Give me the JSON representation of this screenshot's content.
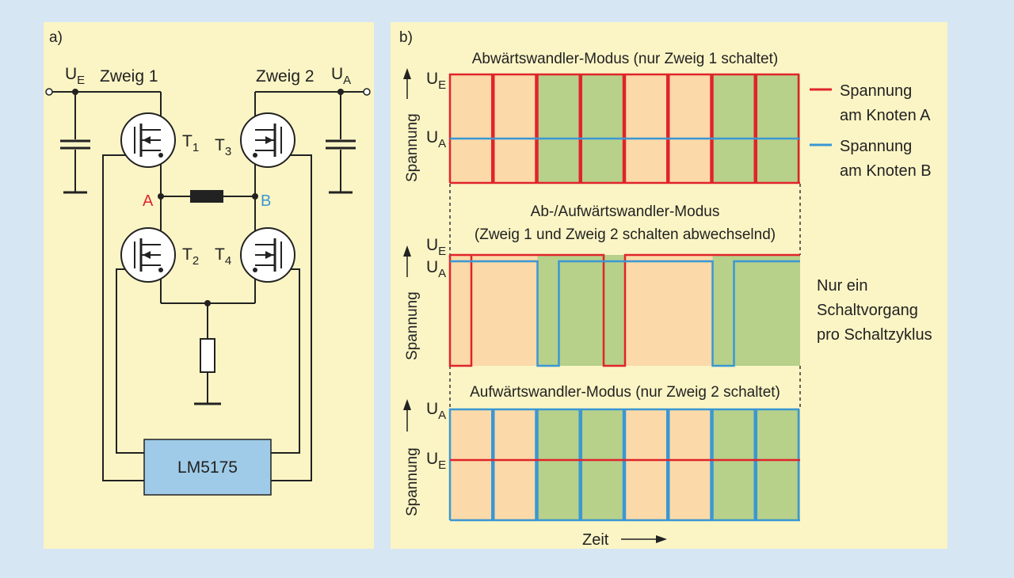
{
  "colors": {
    "background": "#d7e6f3",
    "panel": "#fbf5c5",
    "orange": "#fbd9a8",
    "green": "#b7d08a",
    "red": "#e0242b",
    "blue": "#3a97d3",
    "controller": "#9fcbe8"
  },
  "panel_a": {
    "label": "a)",
    "input_voltage": "U",
    "input_voltage_sub": "E",
    "output_voltage": "U",
    "output_voltage_sub": "A",
    "branch1": "Zweig 1",
    "branch2": "Zweig 2",
    "transistors": [
      {
        "name": "T",
        "sub": "1"
      },
      {
        "name": "T",
        "sub": "3"
      },
      {
        "name": "T",
        "sub": "2"
      },
      {
        "name": "T",
        "sub": "4"
      }
    ],
    "node_a": "A",
    "node_b": "B",
    "controller": "LM5175"
  },
  "panel_b": {
    "label": "b)",
    "y_axis_label": "Spannung",
    "x_axis_label": "Zeit",
    "legend": [
      {
        "line1": "Spannung",
        "line2": "am Knoten A",
        "color": "red"
      },
      {
        "line1": "Spannung",
        "line2": "am Knoten B",
        "color": "blue"
      }
    ],
    "note": [
      "Nur ein",
      "Schaltvorgang",
      "pro Schaltzyklus"
    ],
    "modes": [
      {
        "title": "Abwärtswandler-Modus (nur Zweig 1 schaltet)",
        "upper_label": "U",
        "upper_sub": "E",
        "mid_label": "U",
        "mid_sub": "A",
        "bands": [
          "orange",
          "orange",
          "green",
          "green",
          "orange",
          "orange",
          "green",
          "green"
        ]
      },
      {
        "title_line1": "Ab-/Aufwärtswandler-Modus",
        "title_line2": "(Zweig 1 und Zweig 2 schalten abwechselnd)",
        "upper_label": "U",
        "upper_sub": "E",
        "mid_label": "U",
        "mid_sub": "A",
        "bands": [
          "orange",
          "green",
          "orange",
          "green"
        ]
      },
      {
        "title": "Aufwärtswandler-Modus (nur Zweig 2 schaltet)",
        "upper_label": "U",
        "upper_sub": "A",
        "mid_label": "U",
        "mid_sub": "E",
        "bands": [
          "orange",
          "orange",
          "green",
          "green",
          "orange",
          "orange",
          "green",
          "green"
        ]
      }
    ]
  }
}
